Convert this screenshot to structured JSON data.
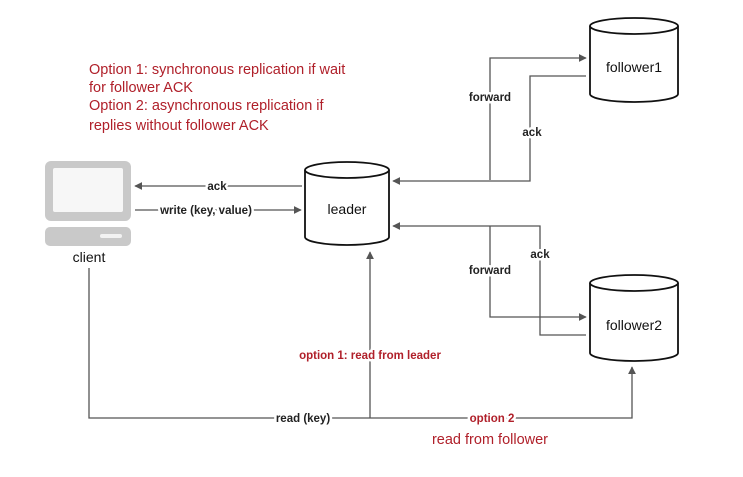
{
  "notes": {
    "line1": "Option 1: synchronous replication if wait",
    "line2": "for follower ACK",
    "line3": "Option 2: asynchronous replication if",
    "line4": "replies  without follower ACK"
  },
  "nodes": {
    "client": "client",
    "leader": "leader",
    "follower1": "follower1",
    "follower2": "follower2"
  },
  "edges": {
    "ack_client": "ack",
    "write": "write (key, value)",
    "forward1": "forward",
    "ack1": "ack",
    "forward2": "forward",
    "ack2": "ack",
    "read_leader": "option 1: read from leader",
    "read_key": "read (key)",
    "option2": "option 2",
    "read_follower": "read from follower"
  },
  "colors": {
    "note_red": "#b0202a",
    "line_gray": "#555555",
    "laptop_gray": "#c9c9c9"
  }
}
